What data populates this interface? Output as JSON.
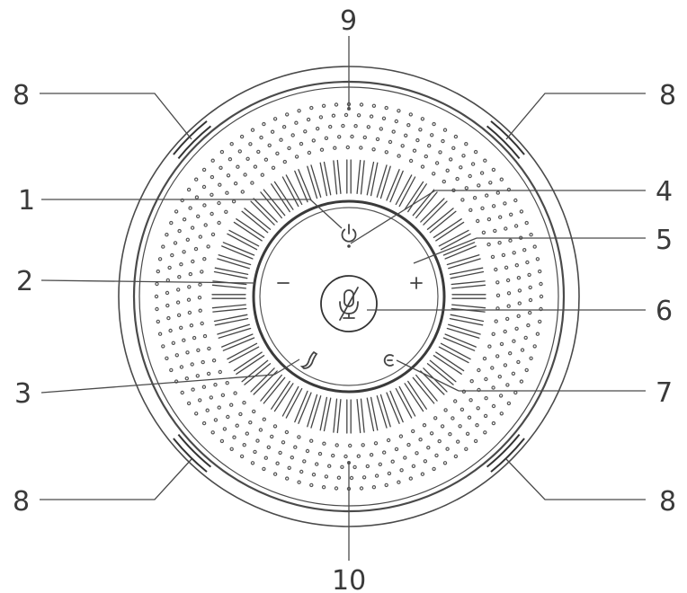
{
  "figure": {
    "subject": "speakerphone-top-view",
    "callouts": [
      {
        "id": "c1",
        "label": "1",
        "target": "power-button"
      },
      {
        "id": "c2",
        "label": "2",
        "target": "volume-down-button"
      },
      {
        "id": "c3",
        "label": "3",
        "target": "call-button"
      },
      {
        "id": "c4",
        "label": "4",
        "target": "indicator-light"
      },
      {
        "id": "c5",
        "label": "5",
        "target": "volume-up-button"
      },
      {
        "id": "c6",
        "label": "6",
        "target": "mute-button"
      },
      {
        "id": "c7",
        "label": "7",
        "target": "bluetooth-button"
      },
      {
        "id": "c8a",
        "label": "8",
        "target": "status-light-strip"
      },
      {
        "id": "c8b",
        "label": "8",
        "target": "status-light-strip"
      },
      {
        "id": "c8c",
        "label": "8",
        "target": "status-light-strip"
      },
      {
        "id": "c8d",
        "label": "8",
        "target": "status-light-strip"
      },
      {
        "id": "c9",
        "label": "9",
        "target": "top-microphone"
      },
      {
        "id": "c10",
        "label": "10",
        "target": "bottom-microphone"
      }
    ],
    "buttons": {
      "power": {
        "icon": "power-icon"
      },
      "minus": {
        "icon": "minus-icon"
      },
      "plus": {
        "icon": "plus-icon"
      },
      "mute": {
        "icon": "mic-mute-icon"
      },
      "call": {
        "icon": "phone-icon"
      },
      "bluetooth": {
        "icon": "bluetooth-pair-icon"
      }
    },
    "colors": {
      "line": "#4a4a4a",
      "background": "#ffffff"
    }
  }
}
